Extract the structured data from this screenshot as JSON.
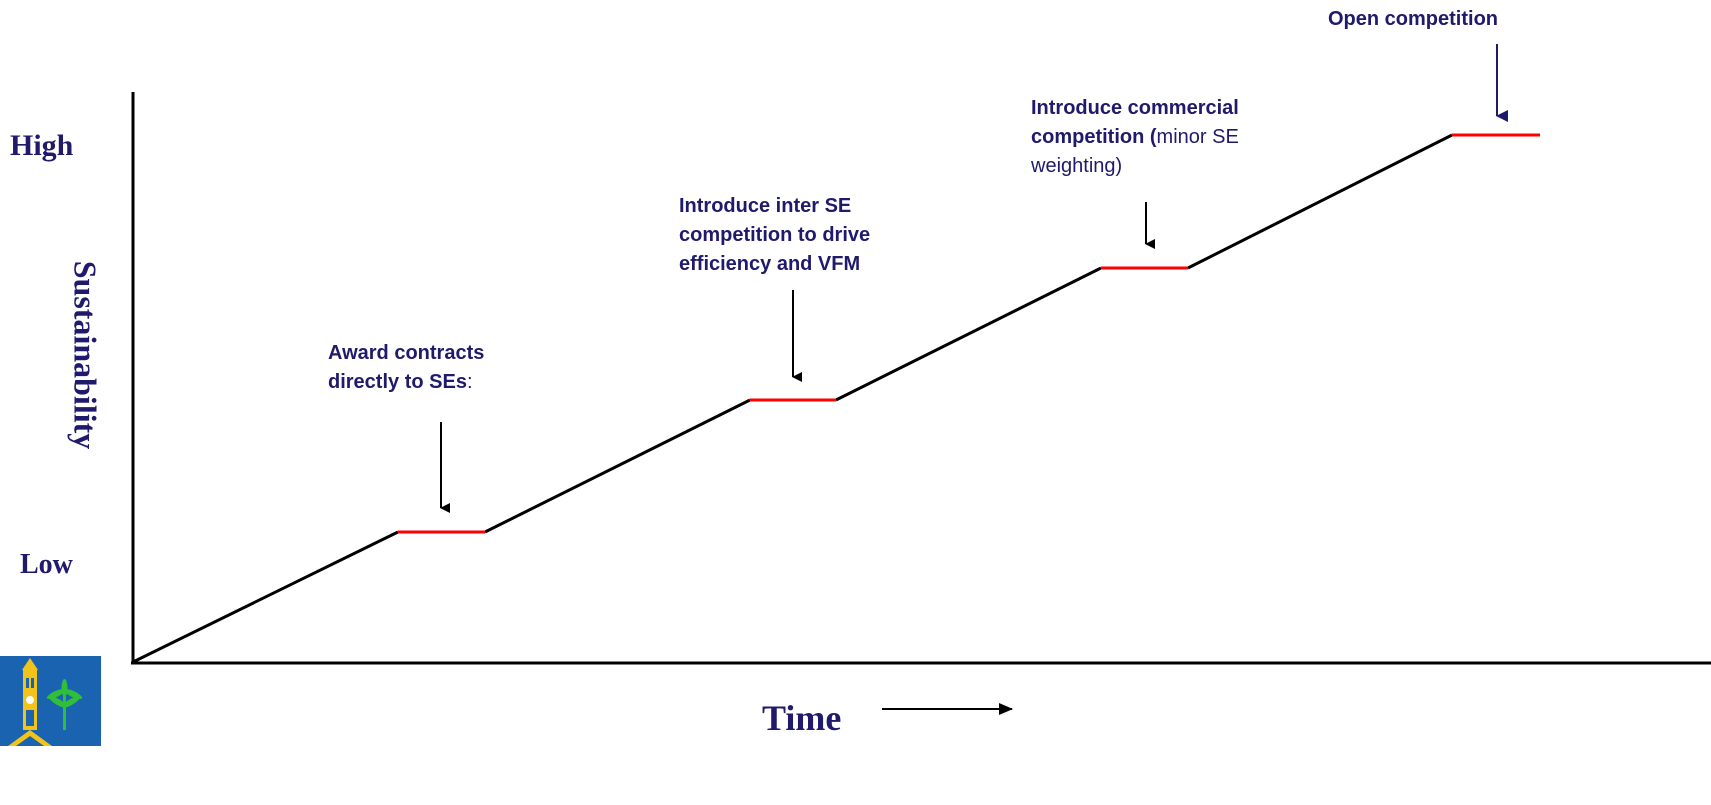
{
  "y_axis": {
    "title": "Sustainability",
    "high_label": "High",
    "low_label": "Low"
  },
  "x_axis": {
    "title": "Time"
  },
  "stages": [
    {
      "bold": "Award contracts directly to SEs",
      "regular": ":"
    },
    {
      "bold": "Introduce inter SE competition to drive efficiency and VFM",
      "regular": ""
    },
    {
      "bold": "Introduce commercial competition (",
      "regular": "minor SE weighting)"
    },
    {
      "bold": "Open competition",
      "regular": ""
    }
  ],
  "stage_lines": [
    [
      "Award contracts",
      "directly to SEs"
    ],
    [
      "Introduce inter SE",
      "competition to drive",
      "efficiency and VFM"
    ],
    [
      "Introduce commercial",
      "competition (",
      "weighting)"
    ],
    [
      "Open competition"
    ]
  ],
  "stage3_inline_regular": "minor SE",
  "colors": {
    "text": "#1f1a6b",
    "staircase": "#000000",
    "plateau": "#ff0000",
    "logo_bg": "#1a63b0",
    "logo_tower": "#f2c31b",
    "logo_palm": "#2fbf3a"
  },
  "logo": {
    "icon": "clock-tower-palm-logo"
  }
}
